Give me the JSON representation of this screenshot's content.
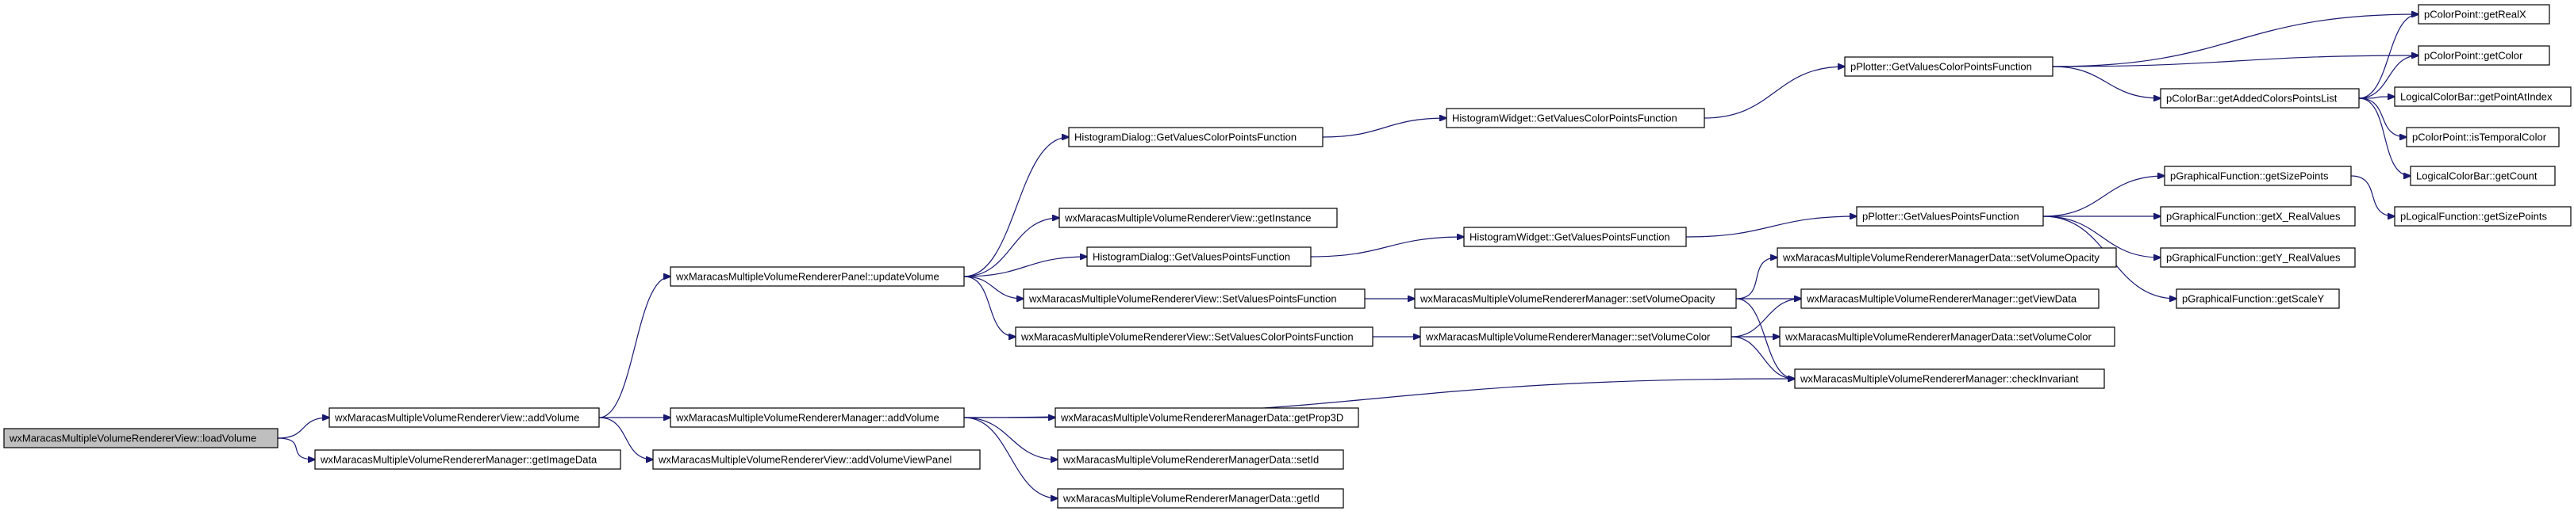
{
  "graph": {
    "colors": {
      "edge": "#191970",
      "root_fill": "#bfbfbf",
      "node_fill": "#ffffff",
      "node_border": "#000000"
    },
    "nodes": [
      {
        "id": "n_root",
        "label": "wxMaracasMultipleVolumeRendererView::loadVolume",
        "root": true
      },
      {
        "id": "n_view_addVolume",
        "label": "wxMaracasMultipleVolumeRendererView::addVolume"
      },
      {
        "id": "n_mgr_getImageData",
        "label": "wxMaracasMultipleVolumeRendererManager::getImageData"
      },
      {
        "id": "n_panel_updateVolume",
        "label": "wxMaracasMultipleVolumeRendererPanel::updateVolume"
      },
      {
        "id": "n_mgr_addVolume",
        "label": "wxMaracasMultipleVolumeRendererManager::addVolume"
      },
      {
        "id": "n_view_addVolumeViewPanel",
        "label": "wxMaracasMultipleVolumeRendererView::addVolumeViewPanel"
      },
      {
        "id": "n_hd_colorpoints",
        "label": "HistogramDialog::GetValuesColorPointsFunction"
      },
      {
        "id": "n_view_getInstance",
        "label": "wxMaracasMultipleVolumeRendererView::getInstance"
      },
      {
        "id": "n_hd_points",
        "label": "HistogramDialog::GetValuesPointsFunction"
      },
      {
        "id": "n_view_setValuesPoints",
        "label": "wxMaracasMultipleVolumeRendererView::SetValuesPointsFunction"
      },
      {
        "id": "n_view_setValuesColorPoints",
        "label": "wxMaracasMultipleVolumeRendererView::SetValuesColorPointsFunction"
      },
      {
        "id": "n_md_getProp3D",
        "label": "wxMaracasMultipleVolumeRendererManagerData::getProp3D"
      },
      {
        "id": "n_md_setId",
        "label": "wxMaracasMultipleVolumeRendererManagerData::setId"
      },
      {
        "id": "n_md_getId",
        "label": "wxMaracasMultipleVolumeRendererManagerData::getId"
      },
      {
        "id": "n_hw_colorpoints",
        "label": "HistogramWidget::GetValuesColorPointsFunction"
      },
      {
        "id": "n_hw_points",
        "label": "HistogramWidget::GetValuesPointsFunction"
      },
      {
        "id": "n_mgr_setVolumeOpacity",
        "label": "wxMaracasMultipleVolumeRendererManager::setVolumeOpacity"
      },
      {
        "id": "n_mgr_setVolumeColor",
        "label": "wxMaracasMultipleVolumeRendererManager::setVolumeColor"
      },
      {
        "id": "n_pp_colorpoints",
        "label": "pPlotter::GetValuesColorPointsFunction"
      },
      {
        "id": "n_pp_points",
        "label": "pPlotter::GetValuesPointsFunction"
      },
      {
        "id": "n_md_setVolumeOpacity",
        "label": "wxMaracasMultipleVolumeRendererManagerData::setVolumeOpacity"
      },
      {
        "id": "n_mgr_getViewData",
        "label": "wxMaracasMultipleVolumeRendererManager::getViewData"
      },
      {
        "id": "n_md_setVolumeColor",
        "label": "wxMaracasMultipleVolumeRendererManagerData::setVolumeColor"
      },
      {
        "id": "n_mgr_checkInvariant",
        "label": "wxMaracasMultipleVolumeRendererManager::checkInvariant"
      },
      {
        "id": "n_cb_getAdded",
        "label": "pColorBar::getAddedColorsPointsList"
      },
      {
        "id": "n_gf_getSizePoints",
        "label": "pGraphicalFunction::getSizePoints"
      },
      {
        "id": "n_gf_getX",
        "label": "pGraphicalFunction::getX_RealValues"
      },
      {
        "id": "n_gf_getY",
        "label": "pGraphicalFunction::getY_RealValues"
      },
      {
        "id": "n_gf_getScaleY",
        "label": "pGraphicalFunction::getScaleY"
      },
      {
        "id": "n_cp_getRealX",
        "label": "pColorPoint::getRealX"
      },
      {
        "id": "n_cp_getColor",
        "label": "pColorPoint::getColor"
      },
      {
        "id": "n_lcb_getPointAtIndex",
        "label": "LogicalColorBar::getPointAtIndex"
      },
      {
        "id": "n_cp_isTemporalColor",
        "label": "pColorPoint::isTemporalColor"
      },
      {
        "id": "n_lcb_getCount",
        "label": "LogicalColorBar::getCount"
      },
      {
        "id": "n_lf_getSizePoints",
        "label": "pLogicalFunction::getSizePoints"
      }
    ],
    "edges": [
      [
        "n_root",
        "n_view_addVolume"
      ],
      [
        "n_root",
        "n_mgr_getImageData"
      ],
      [
        "n_view_addVolume",
        "n_panel_updateVolume"
      ],
      [
        "n_view_addVolume",
        "n_mgr_addVolume"
      ],
      [
        "n_view_addVolume",
        "n_view_addVolumeViewPanel"
      ],
      [
        "n_panel_updateVolume",
        "n_hd_colorpoints"
      ],
      [
        "n_panel_updateVolume",
        "n_view_getInstance"
      ],
      [
        "n_panel_updateVolume",
        "n_hd_points"
      ],
      [
        "n_panel_updateVolume",
        "n_view_setValuesPoints"
      ],
      [
        "n_panel_updateVolume",
        "n_view_setValuesColorPoints"
      ],
      [
        "n_mgr_addVolume",
        "n_mgr_checkInvariant"
      ],
      [
        "n_mgr_addVolume",
        "n_md_getProp3D"
      ],
      [
        "n_mgr_addVolume",
        "n_md_setId"
      ],
      [
        "n_mgr_addVolume",
        "n_md_getId"
      ],
      [
        "n_hd_colorpoints",
        "n_hw_colorpoints"
      ],
      [
        "n_hd_points",
        "n_hw_points"
      ],
      [
        "n_view_setValuesPoints",
        "n_mgr_setVolumeOpacity"
      ],
      [
        "n_view_setValuesColorPoints",
        "n_mgr_setVolumeColor"
      ],
      [
        "n_hw_colorpoints",
        "n_pp_colorpoints"
      ],
      [
        "n_hw_points",
        "n_pp_points"
      ],
      [
        "n_mgr_setVolumeOpacity",
        "n_md_setVolumeOpacity"
      ],
      [
        "n_mgr_setVolumeOpacity",
        "n_mgr_getViewData"
      ],
      [
        "n_mgr_setVolumeOpacity",
        "n_mgr_checkInvariant"
      ],
      [
        "n_mgr_setVolumeColor",
        "n_mgr_getViewData"
      ],
      [
        "n_mgr_setVolumeColor",
        "n_md_setVolumeColor"
      ],
      [
        "n_mgr_setVolumeColor",
        "n_mgr_checkInvariant"
      ],
      [
        "n_pp_colorpoints",
        "n_cp_getRealX"
      ],
      [
        "n_pp_colorpoints",
        "n_cp_getColor"
      ],
      [
        "n_pp_colorpoints",
        "n_cb_getAdded"
      ],
      [
        "n_pp_points",
        "n_gf_getSizePoints"
      ],
      [
        "n_pp_points",
        "n_gf_getX"
      ],
      [
        "n_pp_points",
        "n_gf_getY"
      ],
      [
        "n_pp_points",
        "n_gf_getScaleY"
      ],
      [
        "n_cb_getAdded",
        "n_cp_getRealX"
      ],
      [
        "n_cb_getAdded",
        "n_cp_getColor"
      ],
      [
        "n_cb_getAdded",
        "n_lcb_getPointAtIndex"
      ],
      [
        "n_cb_getAdded",
        "n_cp_isTemporalColor"
      ],
      [
        "n_cb_getAdded",
        "n_lcb_getCount"
      ],
      [
        "n_gf_getSizePoints",
        "n_lf_getSizePoints"
      ]
    ]
  }
}
